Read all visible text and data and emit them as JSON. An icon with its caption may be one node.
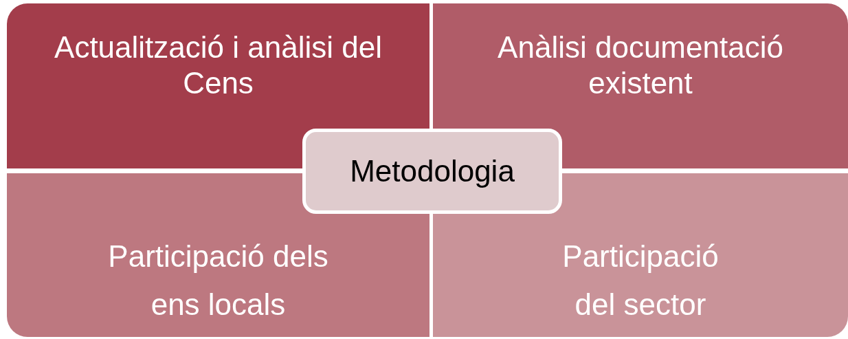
{
  "diagram": {
    "nodes": [
      {
        "text": [
          "Actualització i anàlisi del Cens"
        ]
      },
      {
        "text": [
          "Anàlisi documentació existent"
        ]
      },
      {
        "text": [
          "Metodologia"
        ]
      },
      {
        "text": [
          "Participació dels ens locals"
        ]
      },
      {
        "text": [
          "Participació del sector"
        ]
      }
    ]
  }
}
